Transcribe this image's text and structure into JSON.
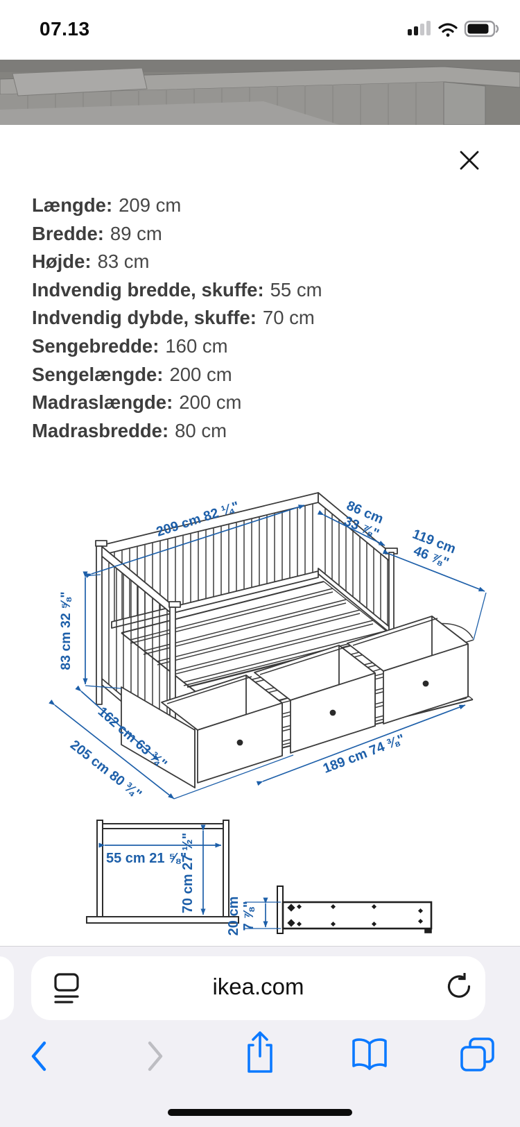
{
  "status_bar": {
    "time": "07.13",
    "cellular_bars_filled": 2,
    "cellular_bars_total": 4,
    "wifi": "full",
    "battery_percent_visual": 80
  },
  "sheet": {
    "measurements": [
      {
        "label": "Længde:",
        "value": "209 cm"
      },
      {
        "label": "Bredde:",
        "value": "89 cm"
      },
      {
        "label": "Højde:",
        "value": "83 cm"
      },
      {
        "label": "Indvendig bredde, skuffe:",
        "value": "55 cm"
      },
      {
        "label": "Indvendig dybde, skuffe:",
        "value": "70 cm"
      },
      {
        "label": "Sengebredde:",
        "value": "160 cm"
      },
      {
        "label": "Sengelængde:",
        "value": "200 cm"
      },
      {
        "label": "Madraslængde:",
        "value": "200 cm"
      },
      {
        "label": "Madrasbredde:",
        "value": "80 cm"
      }
    ],
    "diagram": {
      "length": "209 cm 82 ¼\"",
      "width_cm": "86 cm",
      "width_in": "33 ⅞\"",
      "extended_cm": "119 cm",
      "extended_in": "46 ⅞\"",
      "height": "83 cm 32 ⅝\"",
      "depth_seat": "162 cm 63 ¾\"",
      "depth_extended": "205 cm 80 ¾\"",
      "drawer_span": "189 cm 74 ⅜\"",
      "inner_width": "55 cm 21 ⅝\"",
      "inner_depth": "70 cm 27 ½\"",
      "side_height_cm": "20 cm",
      "side_height_in": "7 ⅞\""
    }
  },
  "browser": {
    "url": "ikea.com"
  },
  "icons": {
    "close": "✕",
    "reload": "↻",
    "back": "‹",
    "forward": "›",
    "share": "share-arrow-up",
    "bookmarks": "open-book",
    "tabs": "two-squares",
    "reader": "page-format",
    "home_indicator": "bar"
  },
  "colors": {
    "dimension_blue": "#1d5fa9",
    "ios_blue": "#0b79ff",
    "drawing_stroke": "#3b3b3b",
    "body_text": "#474747",
    "chrome_bg": "#f1f0f5"
  }
}
